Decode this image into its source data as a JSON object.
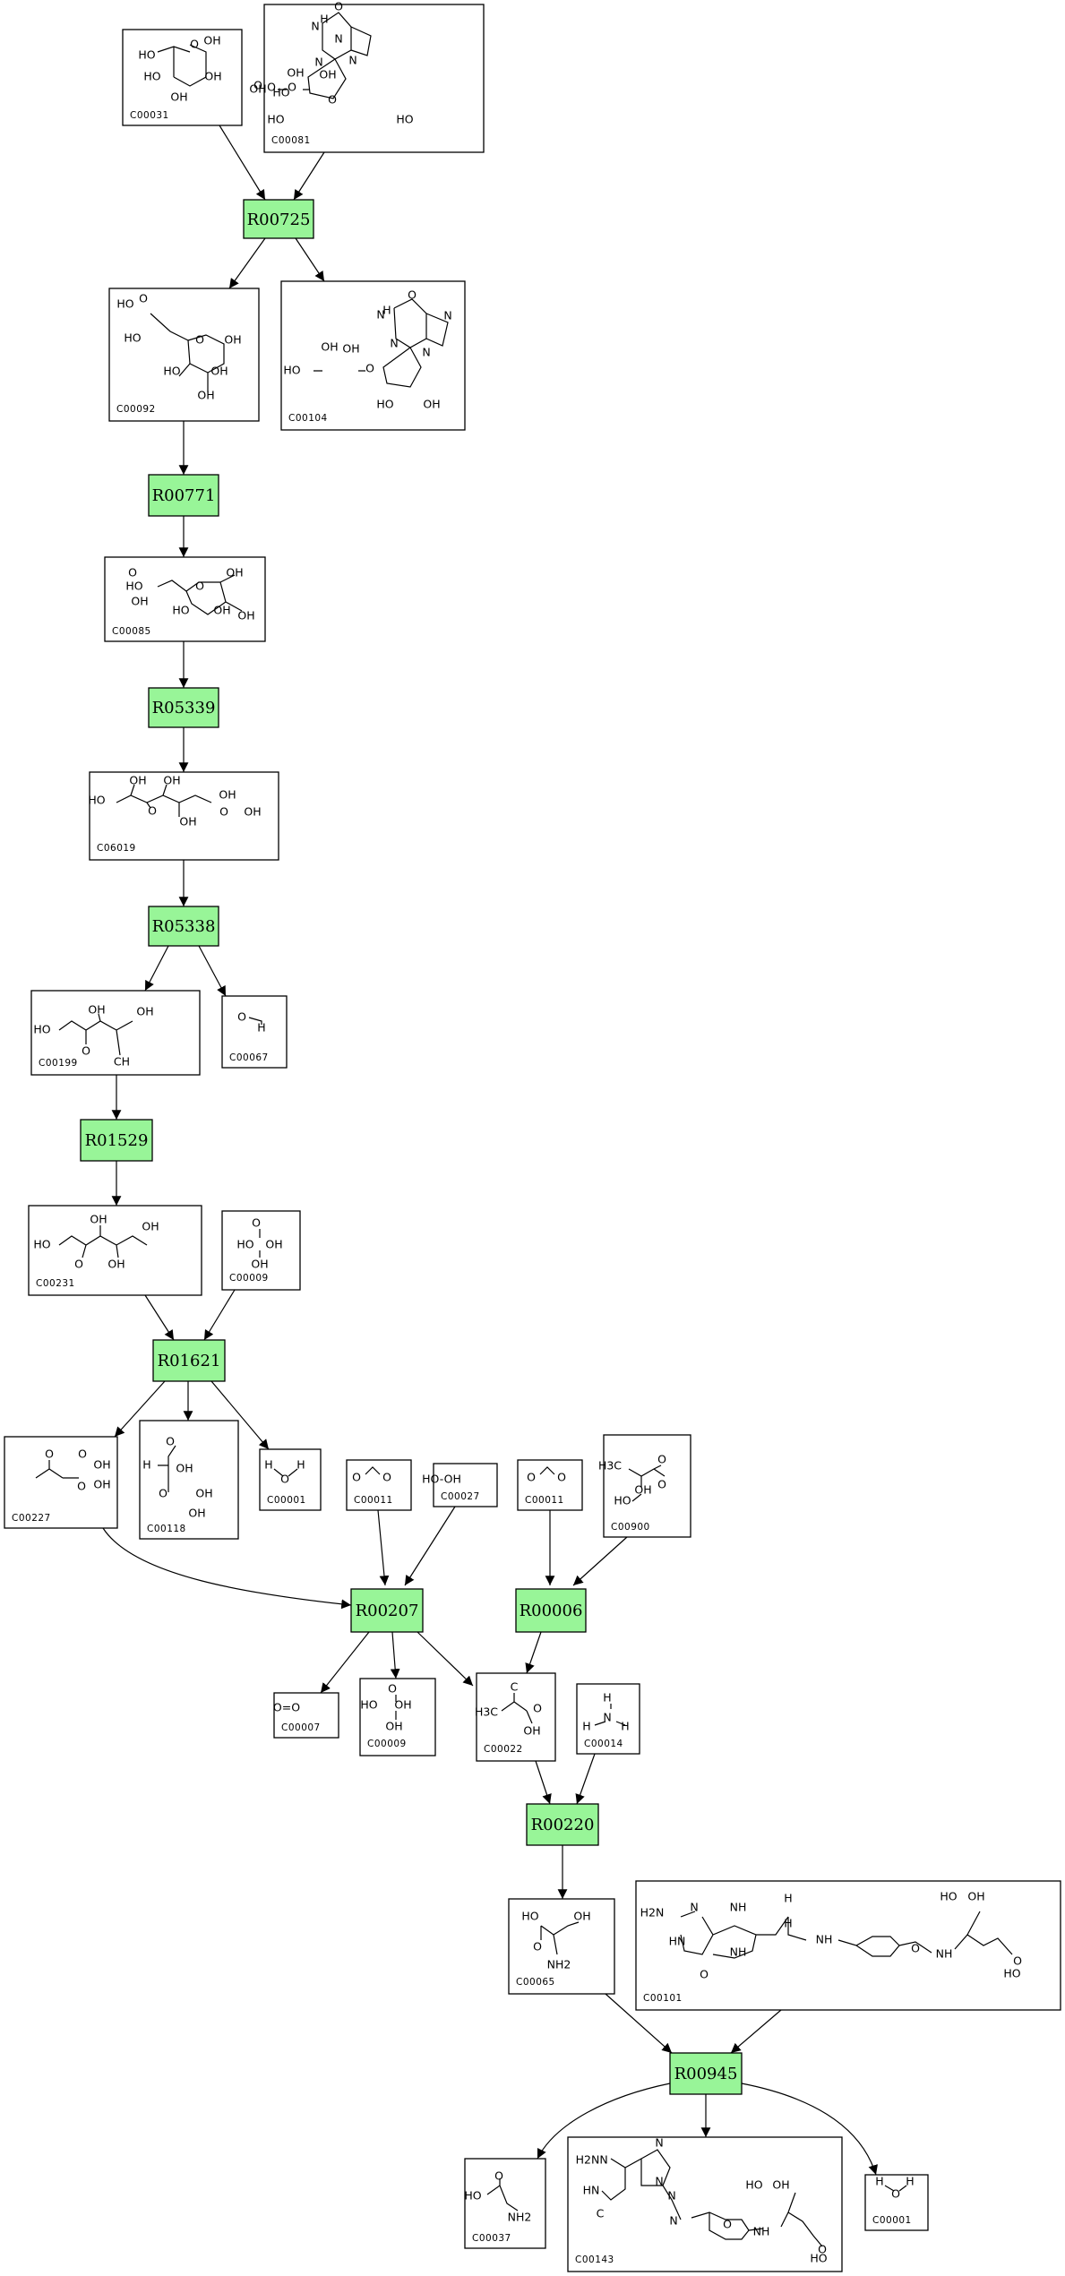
{
  "reactions": [
    {
      "id": "R00725",
      "label": "R00725"
    },
    {
      "id": "R00771",
      "label": "R00771"
    },
    {
      "id": "R05339",
      "label": "R05339"
    },
    {
      "id": "R05338",
      "label": "R05338"
    },
    {
      "id": "R01529",
      "label": "R01529"
    },
    {
      "id": "R01621",
      "label": "R01621"
    },
    {
      "id": "R00207",
      "label": "R00207"
    },
    {
      "id": "R00006",
      "label": "R00006"
    },
    {
      "id": "R00220",
      "label": "R00220"
    },
    {
      "id": "R00945",
      "label": "R00945"
    }
  ],
  "compounds": [
    {
      "key": "c00031",
      "label": "C00031",
      "structure": [
        [
          "HO",
          164,
          62
        ],
        [
          "O",
          217,
          50
        ],
        [
          "OH",
          237,
          46
        ],
        [
          "HO",
          170,
          86
        ],
        [
          "OH",
          238,
          86
        ],
        [
          "OH",
          200,
          109
        ]
      ]
    },
    {
      "key": "c00081",
      "label": "C00081",
      "structure": [
        [
          "H",
          362,
          22
        ],
        [
          "O",
          378,
          8
        ],
        [
          "N",
          352,
          30
        ],
        [
          "N",
          378,
          44
        ],
        [
          "N",
          356,
          70
        ],
        [
          "N",
          394,
          68
        ],
        [
          "OH",
          330,
          82
        ],
        [
          "OH",
          366,
          84
        ],
        [
          "O",
          371,
          112
        ],
        [
          "HO",
          308,
          134
        ],
        [
          "HO",
          452,
          134
        ],
        [
          "O",
          326,
          98
        ],
        [
          "O",
          303,
          98
        ],
        [
          "O",
          288,
          96
        ],
        [
          "OH",
          288,
          100
        ],
        [
          "HO",
          314,
          104
        ]
      ]
    },
    {
      "key": "c00092",
      "label": "C00092",
      "structure": [
        [
          "HO",
          140,
          340
        ],
        [
          "O",
          160,
          334
        ],
        [
          "HO",
          148,
          378
        ],
        [
          "O",
          223,
          380
        ],
        [
          "OH",
          260,
          380
        ],
        [
          "HO",
          192,
          415
        ],
        [
          "OH",
          245,
          415
        ],
        [
          "OH",
          230,
          442
        ]
      ]
    },
    {
      "key": "c00104",
      "label": "C00104",
      "structure": [
        [
          "H",
          432,
          347
        ],
        [
          "O",
          460,
          330
        ],
        [
          "N",
          425,
          352
        ],
        [
          "N",
          500,
          353
        ],
        [
          "N",
          440,
          384
        ],
        [
          "N",
          476,
          394
        ],
        [
          "OH",
          368,
          388
        ],
        [
          "OH",
          392,
          390
        ],
        [
          "HO",
          326,
          414
        ],
        [
          "O",
          413,
          412
        ],
        [
          "HO",
          430,
          452
        ],
        [
          "OH",
          482,
          452
        ]
      ]
    },
    {
      "key": "c00085",
      "label": "C00085",
      "structure": [
        [
          "HO",
          150,
          655
        ],
        [
          "O",
          148,
          640
        ],
        [
          "OH",
          156,
          672
        ],
        [
          "O",
          223,
          655
        ],
        [
          "OH",
          262,
          640
        ],
        [
          "OH",
          275,
          688
        ],
        [
          "HO",
          202,
          682
        ],
        [
          "OH",
          248,
          682
        ]
      ]
    },
    {
      "key": "c06019",
      "label": "C06019",
      "structure": [
        [
          "HO",
          108,
          894
        ],
        [
          "OH",
          154,
          872
        ],
        [
          "OH",
          192,
          872
        ],
        [
          "OH",
          254,
          888
        ],
        [
          "O",
          170,
          906
        ],
        [
          "OH",
          210,
          918
        ],
        [
          "O",
          250,
          907
        ],
        [
          "OH",
          282,
          907
        ]
      ]
    },
    {
      "key": "c00199",
      "label": "C00199",
      "structure": [
        [
          "OH",
          108,
          1128
        ],
        [
          "HO",
          47,
          1150
        ],
        [
          "OH",
          162,
          1130
        ],
        [
          "O",
          96,
          1174
        ],
        [
          "CH",
          136,
          1186
        ]
      ]
    },
    {
      "key": "c00067",
      "label": "C00067",
      "structure": [
        [
          "O",
          270,
          1136
        ],
        [
          "H",
          292,
          1148
        ]
      ]
    },
    {
      "key": "c00231",
      "label": "C00231",
      "structure": [
        [
          "OH",
          110,
          1362
        ],
        [
          "HO",
          47,
          1390
        ],
        [
          "OH",
          168,
          1370
        ],
        [
          "O",
          88,
          1412
        ],
        [
          "OH",
          130,
          1412
        ]
      ]
    },
    {
      "key": "c00009",
      "label": "C00009",
      "structure": [
        [
          "O",
          286,
          1366
        ],
        [
          "HO",
          274,
          1390
        ],
        [
          "OH",
          306,
          1390
        ],
        [
          "OH",
          290,
          1412
        ]
      ]
    },
    {
      "key": "c00227",
      "label": "C00227",
      "structure": [
        [
          "O",
          55,
          1624
        ],
        [
          "O",
          92,
          1624
        ],
        [
          "OH",
          114,
          1636
        ],
        [
          "OH",
          114,
          1658
        ],
        [
          "O",
          91,
          1660
        ]
      ]
    },
    {
      "key": "c00118",
      "label": "C00118",
      "structure": [
        [
          "O",
          190,
          1610
        ],
        [
          "H",
          164,
          1636
        ],
        [
          "OH",
          206,
          1640
        ],
        [
          "O",
          182,
          1668
        ],
        [
          "OH",
          228,
          1668
        ],
        [
          "OH",
          220,
          1690
        ]
      ]
    },
    {
      "key": "c00001a",
      "label": "C00001",
      "structure": [
        [
          "H",
          300,
          1636
        ],
        [
          "O",
          318,
          1652
        ],
        [
          "H",
          336,
          1636
        ]
      ]
    },
    {
      "key": "c00011a",
      "label": "C00011",
      "structure": [
        [
          "O",
          398,
          1650
        ],
        [
          "O",
          432,
          1650
        ]
      ]
    },
    {
      "key": "c00027",
      "label": "C00027",
      "structure": [
        [
          "HO-OH",
          493,
          1652
        ]
      ]
    },
    {
      "key": "c00011b",
      "label": "C00011",
      "structure": [
        [
          "O",
          593,
          1650
        ],
        [
          "O",
          627,
          1650
        ]
      ]
    },
    {
      "key": "c00900",
      "label": "C00900",
      "structure": [
        [
          "H3C",
          681,
          1637
        ],
        [
          "O",
          739,
          1630
        ],
        [
          "O",
          739,
          1658
        ],
        [
          "OH",
          718,
          1664
        ],
        [
          "HO",
          695,
          1676
        ]
      ]
    },
    {
      "key": "c00007",
      "label": "C00007",
      "structure": [
        [
          "O=O",
          320,
          1907
        ]
      ]
    },
    {
      "key": "c00009b",
      "label": "C00009",
      "structure": [
        [
          "O",
          438,
          1886
        ],
        [
          "HO",
          412,
          1904
        ],
        [
          "OH",
          450,
          1904
        ],
        [
          "OH",
          440,
          1928
        ]
      ]
    },
    {
      "key": "c00022",
      "label": "C00022",
      "structure": [
        [
          "C",
          574,
          1884
        ],
        [
          "H3C",
          543,
          1912
        ],
        [
          "O",
          600,
          1908
        ],
        [
          "OH",
          594,
          1933
        ]
      ]
    },
    {
      "key": "c00014",
      "label": "C00014",
      "structure": [
        [
          "H",
          678,
          1896
        ],
        [
          "N",
          678,
          1918
        ],
        [
          "H",
          655,
          1928
        ],
        [
          "H",
          698,
          1928
        ]
      ]
    },
    {
      "key": "c00065",
      "label": "C00065",
      "structure": [
        [
          "HO",
          592,
          2140
        ],
        [
          "OH",
          650,
          2140
        ],
        [
          "O",
          600,
          2174
        ],
        [
          "NH2",
          624,
          2194
        ]
      ]
    },
    {
      "key": "c00101",
      "label": "C00101",
      "structure": [
        [
          "H2N",
          728,
          2136
        ],
        [
          "N",
          775,
          2130
        ],
        [
          "NH",
          824,
          2130
        ],
        [
          "H",
          880,
          2120
        ],
        [
          "H",
          880,
          2148
        ],
        [
          "HN",
          756,
          2168
        ],
        [
          "NH",
          824,
          2180
        ],
        [
          "O",
          786,
          2205
        ],
        [
          "NH",
          920,
          2166
        ],
        [
          "OH",
          1090,
          2118
        ],
        [
          "HO",
          1059,
          2118
        ],
        [
          "O",
          1022,
          2176
        ],
        [
          "NH",
          1054,
          2182
        ],
        [
          "O",
          1136,
          2190
        ],
        [
          "HO",
          1130,
          2204
        ]
      ]
    },
    {
      "key": "c00037",
      "label": "C00037",
      "structure": [
        [
          "O",
          557,
          2430
        ],
        [
          "HO",
          528,
          2452
        ],
        [
          "NH2",
          580,
          2476
        ]
      ]
    },
    {
      "key": "c00143",
      "label": "C00143",
      "structure": [
        [
          "N",
          736,
          2393
        ],
        [
          "H2N",
          656,
          2412
        ],
        [
          "N",
          674,
          2412
        ],
        [
          "HN",
          660,
          2446
        ],
        [
          "N",
          736,
          2436
        ],
        [
          "N",
          750,
          2452
        ],
        [
          "C",
          670,
          2472
        ],
        [
          "N",
          752,
          2480
        ],
        [
          "OH",
          872,
          2440
        ],
        [
          "HO",
          842,
          2440
        ],
        [
          "O",
          812,
          2484
        ],
        [
          "NH",
          850,
          2492
        ],
        [
          "O",
          918,
          2512
        ],
        [
          "HO",
          914,
          2522
        ]
      ]
    },
    {
      "key": "c00001b",
      "label": "C00001",
      "structure": [
        [
          "H",
          982,
          2436
        ],
        [
          "O",
          1000,
          2450
        ],
        [
          "H",
          1016,
          2436
        ]
      ]
    }
  ]
}
